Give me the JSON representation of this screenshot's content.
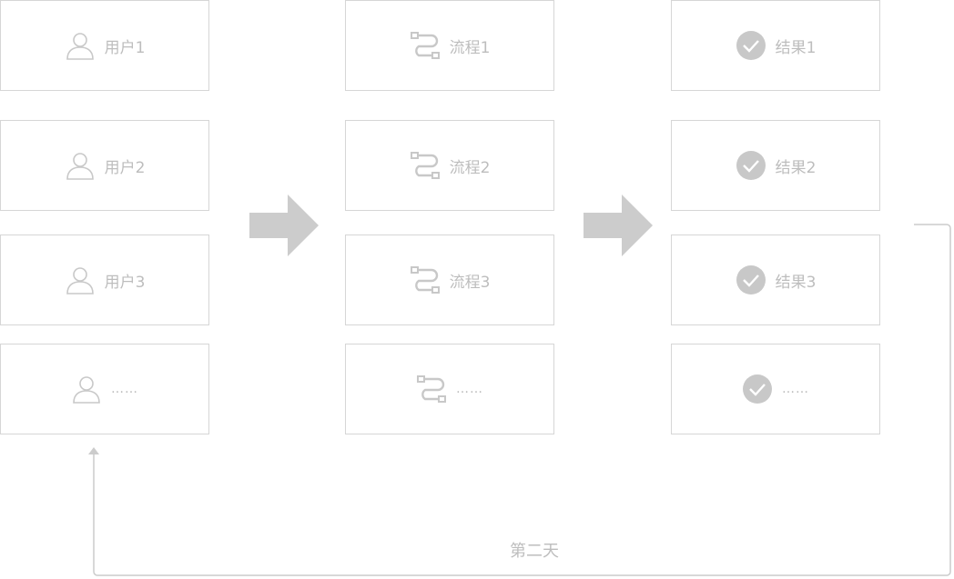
{
  "users": [
    {
      "label": "用户1",
      "icon": "user-icon"
    },
    {
      "label": "用户2",
      "icon": "user-icon"
    },
    {
      "label": "用户3",
      "icon": "user-icon"
    },
    {
      "label": "……",
      "icon": "user-icon"
    }
  ],
  "processes": [
    {
      "label": "流程1",
      "icon": "flow-icon"
    },
    {
      "label": "流程2",
      "icon": "flow-icon"
    },
    {
      "label": "流程3",
      "icon": "flow-icon"
    },
    {
      "label": "……",
      "icon": "flow-icon"
    }
  ],
  "results": [
    {
      "label": "结果1",
      "icon": "check-circle-icon"
    },
    {
      "label": "结果2",
      "icon": "check-circle-icon"
    },
    {
      "label": "结果3",
      "icon": "check-circle-icon"
    },
    {
      "label": "……",
      "icon": "check-circle-icon"
    }
  ],
  "loop_label": "第二天",
  "colors": {
    "border": "#d6d6d6",
    "icon": "#c8c8c8",
    "text": "#bdbdbd",
    "arrow": "#cccccc"
  }
}
